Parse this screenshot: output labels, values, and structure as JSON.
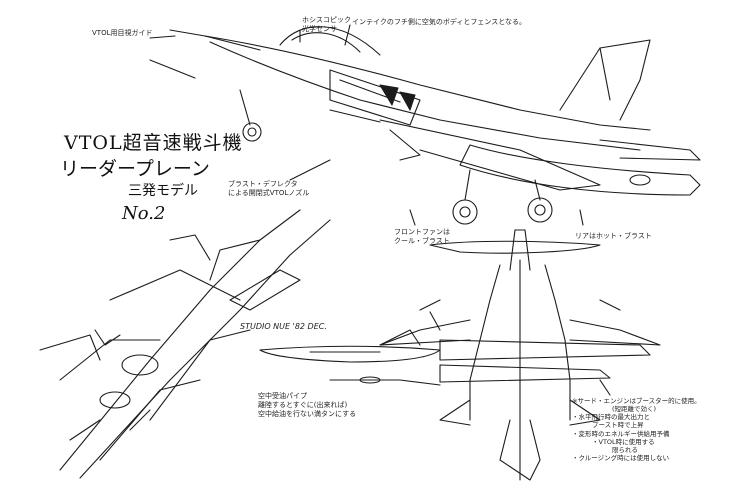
{
  "title": {
    "line1": "VTOL超音速戦斗機",
    "line2": "リーダープレーン",
    "line3": "三発モデル",
    "line4": "No.2"
  },
  "annotations": {
    "vtol_guide": "VTOL用目視ガイド",
    "stereo_camera": [
      "ホシスコピック",
      "光学センサ"
    ],
    "intake_note": "インテイクのフチ側に空気のボディとフェンスとなる。",
    "thrust_deflector": [
      "ブラスト・デフレクタ",
      "による開閉式VTOLノズル"
    ],
    "front_fan": [
      "フロントファンは",
      "クール・ブラスト"
    ],
    "rear_hot": "リアはホット・ブラスト",
    "refuel_pipe": [
      "空中受油パイプ",
      "離陸するとすぐに(出来れば)",
      "空中給油を行ない満タンにする"
    ],
    "third_engine": [
      "※サード・エンジンはブースター的に使用。",
      "(短距離で効く)",
      "・水平飛行時の最大出力と",
      "ブースト時で上昇",
      "・変形時のエネルギー供給用予備",
      "・VTOL時に使用する",
      "限られる",
      "・クルージング時には使用しない"
    ]
  },
  "signature": "STUDIO NUE '82 DEC."
}
